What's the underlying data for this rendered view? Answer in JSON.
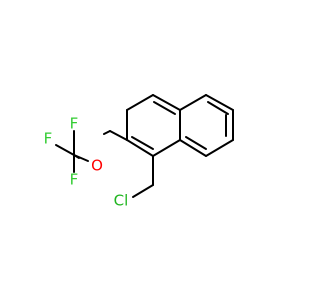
{
  "molecule": {
    "atom_labels": {
      "f1": "F",
      "f2": "F",
      "f3": "F",
      "o": "O",
      "cl": "Cl"
    },
    "colors": {
      "bond": "#000000",
      "fluorine": "#33cc33",
      "oxygen": "#ff0000",
      "chlorine": "#1fb51f"
    }
  }
}
